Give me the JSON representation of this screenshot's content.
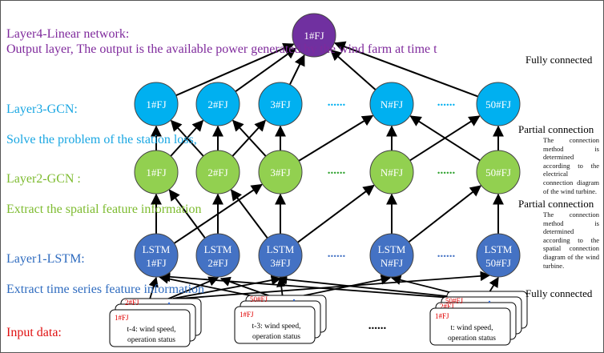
{
  "layers": {
    "linear": {
      "title": "Layer4-Linear network:",
      "desc": "Output layer, The output is the available power generated by the wind farm at time t",
      "color": "#7f2a9c"
    },
    "gcn3": {
      "title": "Layer3-GCN:",
      "desc": "Solve the problem of the station loss,",
      "color": "#18a6e2"
    },
    "gcn2": {
      "title": "Layer2-GCN :",
      "desc": "Extract the spatial feature information",
      "color": "#7dbb2f"
    },
    "lstm": {
      "title": "Layer1-LSTM:",
      "desc": "Extract time series feature information",
      "color": "#2e6bbf"
    },
    "input": {
      "title": "Input data:",
      "color": "#e01010"
    }
  },
  "nodes": {
    "output": "1#FJ",
    "gcn3": [
      "1#FJ",
      "2#FJ",
      "3#FJ",
      "N#FJ",
      "50#FJ"
    ],
    "gcn2": [
      "1#FJ",
      "2#FJ",
      "3#FJ",
      "N#FJ",
      "50#FJ"
    ],
    "lstm": [
      {
        "top": "LSTM",
        "bottom": "1#FJ"
      },
      {
        "top": "LSTM",
        "bottom": "2#FJ"
      },
      {
        "top": "LSTM",
        "bottom": "3#FJ"
      },
      {
        "top": "LSTM",
        "bottom": "N#FJ"
      },
      {
        "top": "LSTM",
        "bottom": "50#FJ"
      }
    ],
    "ellipsis": "......"
  },
  "connections": {
    "fully_top": "Fully connected",
    "partial_1": "Partial connection",
    "partial_1_note": "The connection method is determined according to the electrical connection diagram of the wind turbine.",
    "partial_2": "Partial connection",
    "partial_2_note": "The connection method is determined according to the spatial connection diagram of the wind turbine.",
    "fully_bottom": "Fully connected"
  },
  "inputs": [
    {
      "back1": "2#FJ",
      "back2": "",
      "front": "1#FJ",
      "line1": "t-4: wind speed,",
      "line2": "operation status"
    },
    {
      "back1": "50#FJ",
      "back2": "",
      "front": "1#FJ",
      "line1": "t-3: wind speed,",
      "line2": "operation status"
    },
    {
      "back1": "50#FJ",
      "back2": "2#FJ",
      "front": "1#FJ",
      "line1": "t: wind speed,",
      "line2": "operation status"
    }
  ],
  "colors": {
    "purple": "#7030a0",
    "cyan": "#00b0f0",
    "green": "#92d050",
    "blue": "#4472c4"
  }
}
